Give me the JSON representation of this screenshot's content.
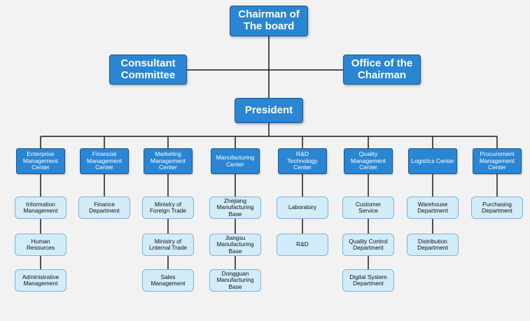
{
  "chairman": "Chairman of The board",
  "consultant": "Consultant Committee",
  "office": "Office of the Chairman",
  "president": "President",
  "centers": [
    {
      "name": "Enterprise Management Center",
      "subs": [
        "Information Management",
        "Human Resources",
        "Administrative Management"
      ]
    },
    {
      "name": "Financial Management Center",
      "subs": [
        "Finance Department"
      ]
    },
    {
      "name": "Marketing Management Center",
      "subs": [
        "Ministry of Foreign Trade",
        "Ministry of Lnternal Trade",
        "Sales Management"
      ]
    },
    {
      "name": "Manufacturing Center",
      "subs": [
        "Zhejiang Manufacturing Base",
        "Jiangsu Manufacturing Base",
        "Dongguan Manufacturing Base"
      ]
    },
    {
      "name": "R&D Technology Center",
      "subs": [
        "Laboratory",
        "R&D"
      ]
    },
    {
      "name": "Quality Management Center",
      "subs": [
        "Customer Service",
        "Quality Control Department",
        "Digital System Department"
      ]
    },
    {
      "name": "Logistics Center",
      "subs": [
        "Warehouse Department",
        "Distribution Department"
      ]
    },
    {
      "name": "Procurement Management Center",
      "subs": [
        "Purchasing Department"
      ]
    }
  ],
  "colors": {
    "box_fill": "#2a86d3",
    "box_border": "#17578f",
    "sub_fill": "#d2ecfa",
    "sub_border": "#7fb2d6",
    "connector": "#1a1a1a",
    "background": "#f2f2f2"
  }
}
